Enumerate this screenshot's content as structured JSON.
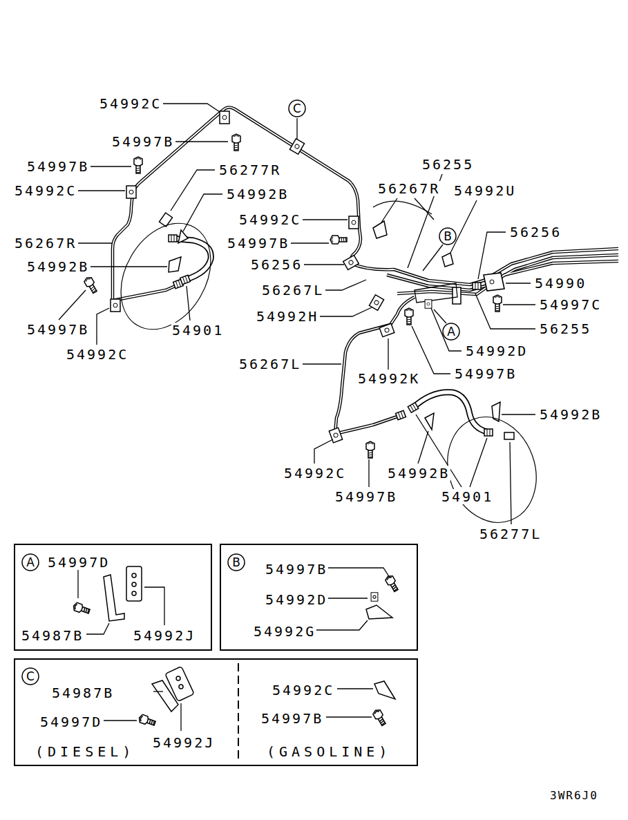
{
  "diagram": {
    "nodes": [
      {
        "text": [
          "C"
        ]
      },
      {
        "text": [
          "B"
        ]
      },
      {
        "text": [
          "A"
        ]
      },
      {
        "text": [
          "54997D",
          "54987B",
          "54992J"
        ]
      },
      {
        "text": [
          "A"
        ],
        "in": 3
      },
      {
        "text": [
          "54997B",
          "54992D",
          "54992G"
        ]
      },
      {
        "text": [
          "B"
        ],
        "in": 5
      },
      {
        "text": [
          "54987B",
          "54997D",
          "54992J",
          "(DIESEL)",
          "54992C",
          "54997B",
          "(GASOLINE)"
        ]
      },
      {
        "text": [
          "C"
        ],
        "in": 7
      }
    ],
    "labels": [
      "54992C",
      "54997B",
      "54997B",
      "56277R",
      "54992C",
      "54992B",
      "56267R",
      "54992B",
      "54997B",
      "54992C",
      "54901",
      "54992C",
      "54997B",
      "56256",
      "56267L",
      "54992H",
      "56255",
      "56267R",
      "54992U",
      "56256",
      "54990",
      "54997C",
      "56255",
      "54992D",
      "54997B",
      "54992K",
      "56267L",
      "54992B",
      "54992C",
      "54992B",
      "54997B",
      "54901",
      "56277L",
      "3WR6J0"
    ]
  }
}
